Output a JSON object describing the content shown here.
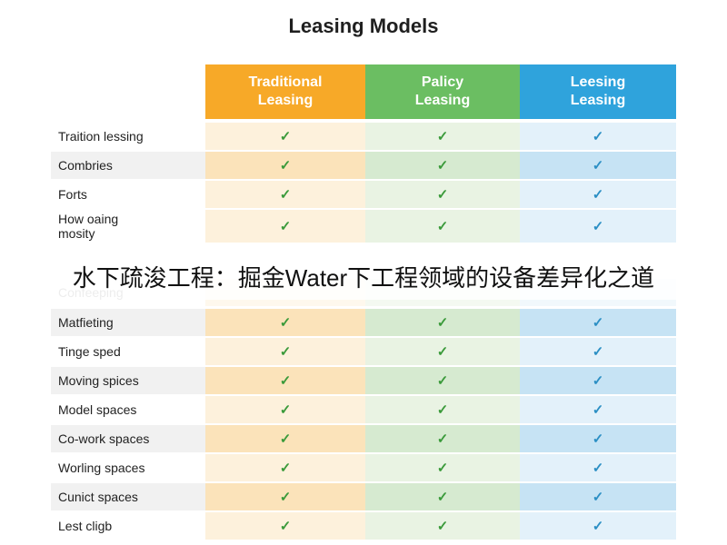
{
  "title": "Leasing Models",
  "columns": [
    "Traditional\nLeasing",
    "Palicy\nLeasing",
    "Leesing\nLeasing"
  ],
  "check_icon": "check-icon",
  "colors": {
    "orange": "#f7a928",
    "green": "#6bbe62",
    "blue": "#2fa3dc"
  },
  "rows": [
    {
      "label": "Traition lessing",
      "checks": [
        "✓",
        "✓",
        "✓"
      ]
    },
    {
      "label": "Combries",
      "checks": [
        "✓",
        "✓",
        "✓"
      ]
    },
    {
      "label": "Forts",
      "checks": [
        "✓",
        "✓",
        "✓"
      ]
    },
    {
      "label": "How oaing\nmosity",
      "checks": [
        "✓",
        "✓",
        "✓"
      ]
    },
    {
      "label": "Confeeping",
      "checks": [
        "",
        "",
        ""
      ]
    },
    {
      "label": "Matfieting",
      "checks": [
        "✓",
        "✓",
        "✓"
      ]
    },
    {
      "label": "Tinge sped",
      "checks": [
        "✓",
        "✓",
        "✓"
      ]
    },
    {
      "label": "Moving spices",
      "checks": [
        "✓",
        "✓",
        "✓"
      ]
    },
    {
      "label": "Model spaces",
      "checks": [
        "✓",
        "✓",
        "✓"
      ]
    },
    {
      "label": "Co-work spaces",
      "checks": [
        "✓",
        "✓",
        "✓"
      ]
    },
    {
      "label": "Worling spaces",
      "checks": [
        "✓",
        "✓",
        "✓"
      ]
    },
    {
      "label": "Cunict spaces",
      "checks": [
        "✓",
        "✓",
        "✓"
      ]
    },
    {
      "label": "Lest cligb",
      "checks": [
        "✓",
        "✓",
        "✓"
      ]
    }
  ],
  "banner_text": "水下疏浚工程：掘金Water下工程领域的设备差异化之道"
}
